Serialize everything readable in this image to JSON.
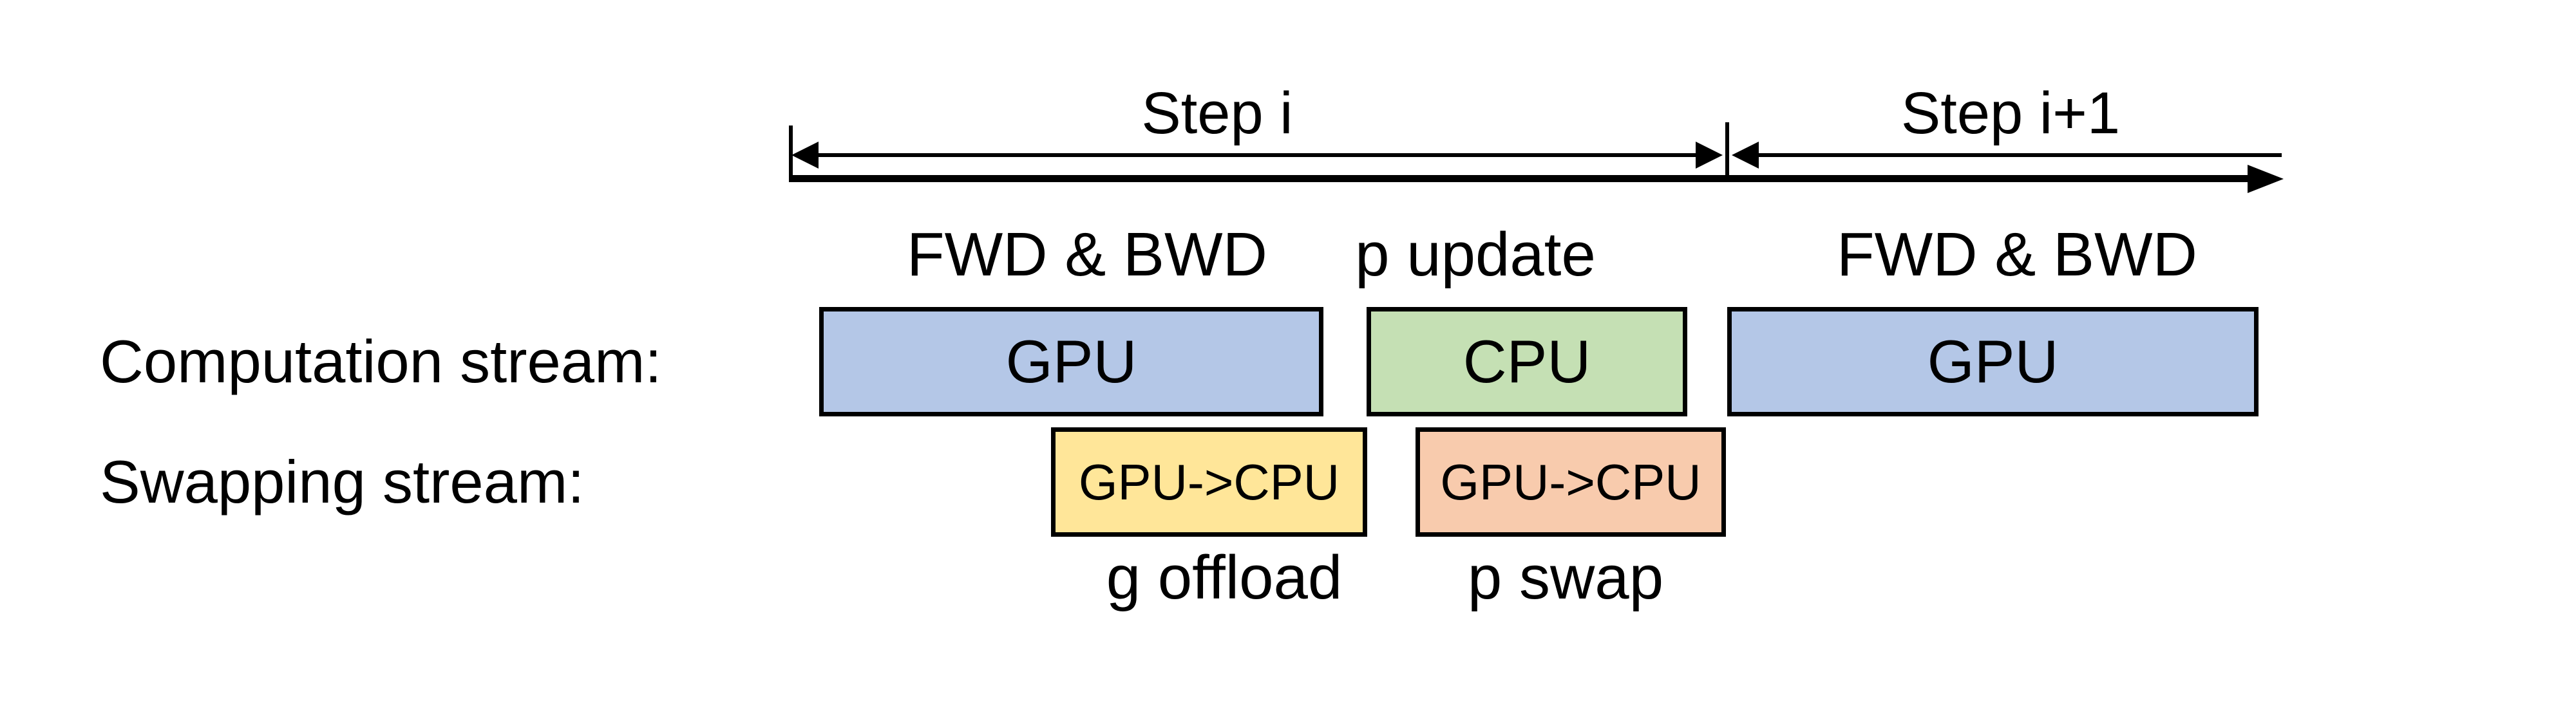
{
  "figure": {
    "background_color": "#ffffff",
    "ink_color": "#000000",
    "timeline": {
      "steps": [
        {
          "label": "Step i"
        },
        {
          "label": "Step i+1"
        }
      ]
    },
    "phases": [
      {
        "label": "FWD & BWD"
      },
      {
        "label": "p update"
      },
      {
        "label": "FWD & BWD"
      }
    ],
    "rows": [
      {
        "label": "Computation stream:"
      },
      {
        "label": "Swapping stream:"
      }
    ],
    "computation_blocks": [
      {
        "label": "GPU",
        "color": "#b4c7e7",
        "phase": "FWD & BWD",
        "step": "Step i"
      },
      {
        "label": "CPU",
        "color": "#c5e0b4",
        "phase": "p update",
        "step": "Step i"
      },
      {
        "label": "GPU",
        "color": "#b4c7e7",
        "phase": "FWD & BWD",
        "step": "Step i+1"
      }
    ],
    "swapping_blocks": [
      {
        "label": "GPU->CPU",
        "color": "#ffe699",
        "caption": "g offload"
      },
      {
        "label": "GPU->CPU",
        "color": "#f8cbad",
        "caption": "p swap"
      }
    ]
  }
}
